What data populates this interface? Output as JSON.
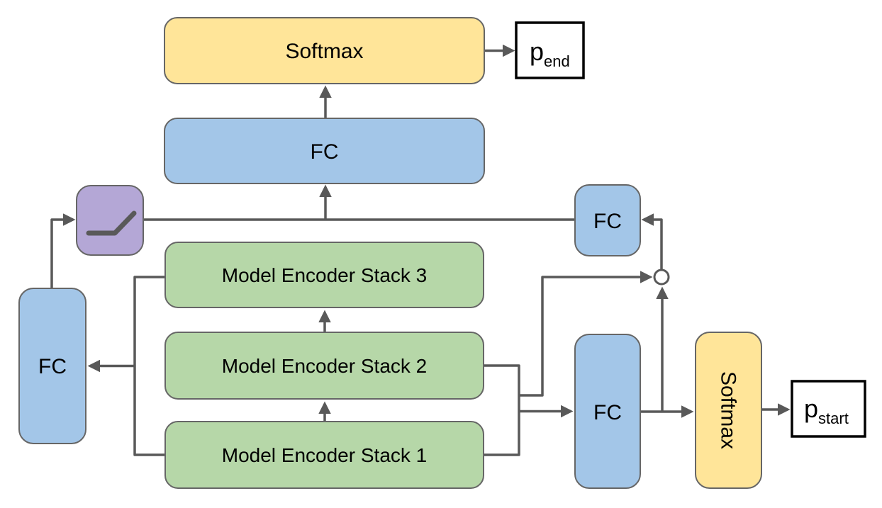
{
  "diagram": {
    "type": "neural-network-architecture",
    "description_visible_text_only": true
  },
  "colors": {
    "yellow": "#FFE599",
    "blue": "#A3C6E8",
    "green": "#B6D7A8",
    "purple": "#B4A7D6",
    "box_border": "#666666",
    "connector": "#595959",
    "io_fill": "#FFFFFF",
    "io_border": "#000000"
  },
  "nodes": {
    "softmax_end": {
      "label": "Softmax"
    },
    "p_end": {
      "main": "p",
      "sub": "end"
    },
    "fc_end": {
      "label": "FC"
    },
    "relu": {
      "icon": "relu-curve-icon"
    },
    "stack3": {
      "label": "Model Encoder Stack 3"
    },
    "stack2": {
      "label": "Model Encoder Stack 2"
    },
    "stack1": {
      "label": "Model Encoder Stack 1"
    },
    "fc_left": {
      "label": "FC"
    },
    "fc_right": {
      "label": "FC"
    },
    "fc_bottom": {
      "label": "FC"
    },
    "softmax_start": {
      "label": "Softmax"
    },
    "p_start": {
      "main": "p",
      "sub": "start"
    },
    "multiply_node": {
      "shape": "small-circle"
    }
  }
}
